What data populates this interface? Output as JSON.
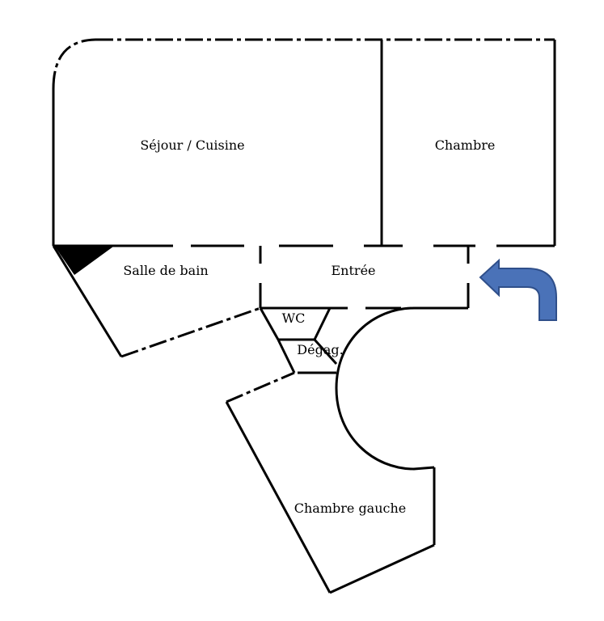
{
  "rooms": {
    "sejour": "Séjour / Cuisine",
    "chambre": "Chambre",
    "salle_de_bain": "Salle de bain",
    "entree": "Entrée",
    "wc": "WC",
    "degagement": "Dégag.",
    "chambre_gauche": "Chambre gauche"
  },
  "entrance_arrow": {
    "icon": "entrance-arrow-icon",
    "fill": "#4a72b8",
    "stroke": "#2f4f8a"
  },
  "colors": {
    "wall": "#000000",
    "background": "#ffffff"
  }
}
